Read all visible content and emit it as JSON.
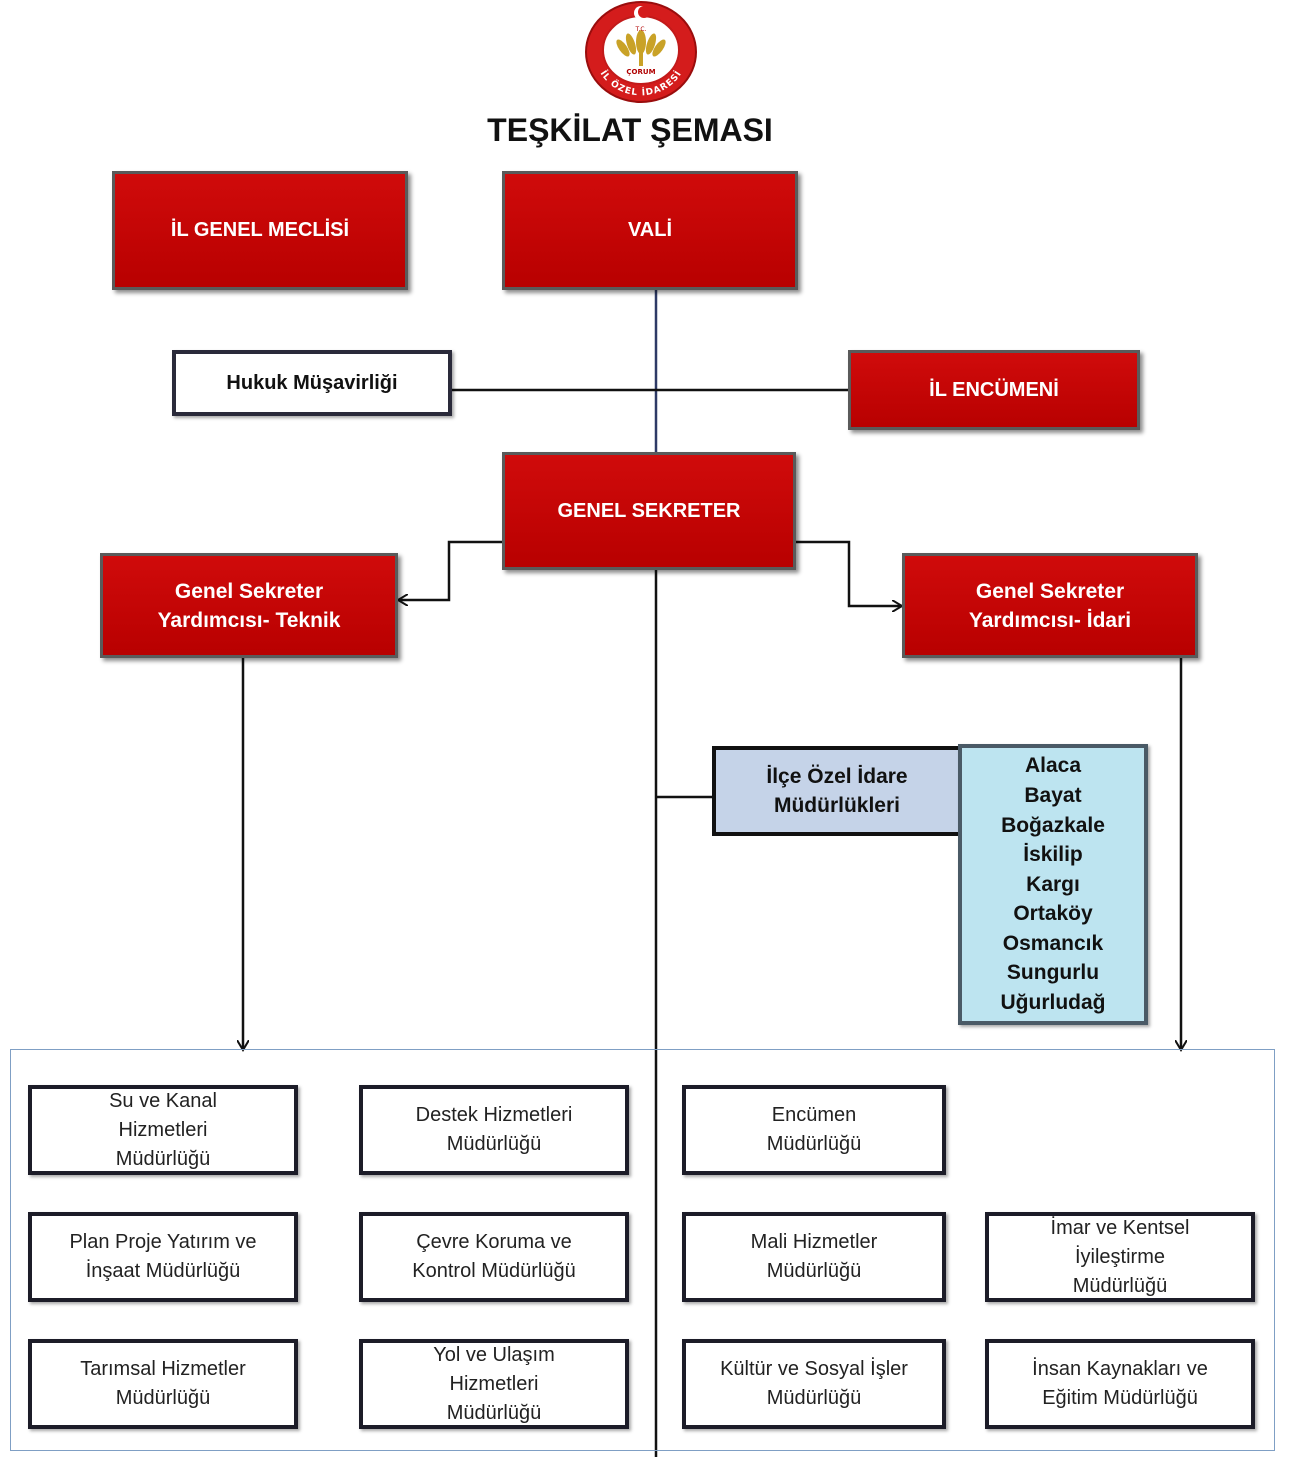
{
  "title": "TEŞKİLAT ŞEMASI",
  "emblem": {
    "icon": "il-ozel-idaresi-emblem",
    "top_text": "T.C.",
    "center_text": "ÇORUM",
    "ring_text": "İL ÖZEL İDARESİ",
    "colors": {
      "ring": "#d41c1c",
      "inner": "#ffffff",
      "wheat": "#c9a227"
    }
  },
  "top": {
    "il_genel_meclisi": "İL GENEL MECLİSİ",
    "vali": "VALİ",
    "hukuk_musavirligi": "Hukuk Müşavirliği",
    "il_encumeni": "İL ENCÜMENİ",
    "genel_sekreter": "GENEL SEKRETER",
    "yardimcisi_teknik": "Genel Sekreter\nYardımcısı- Teknik",
    "yardimcisi_idari": "Genel Sekreter\nYardımcısı- İdari"
  },
  "ilce": {
    "label": "İlçe Özel İdare\nMüdürlükleri",
    "districts": [
      "Alaca",
      "Bayat",
      "Boğazkale",
      "İskilip",
      "Kargı",
      "Ortaköy",
      "Osmancık",
      "Sungurlu",
      "Uğurludağ"
    ]
  },
  "departments": {
    "teknik": [
      "Su ve Kanal\nHizmetleri\nMüdürlüğü",
      "Destek Hizmetleri\nMüdürlüğü",
      "Plan Proje Yatırım ve\nİnşaat Müdürlüğü",
      "Çevre Koruma ve\nKontrol Müdürlüğü",
      "Tarımsal Hizmetler\nMüdürlüğü",
      "Yol ve Ulaşım\nHizmetleri\nMüdürlüğü"
    ],
    "idari": [
      "Encümen\nMüdürlüğü",
      "Mali Hizmetler\nMüdürlüğü",
      "İmar ve Kentsel\nİyileştirme\nMüdürlüğü",
      "Kültür ve Sosyal İşler\nMüdürlüğü",
      "İnsan Kaynakları ve\nEğitim Müdürlüğü"
    ]
  },
  "colors": {
    "red_box": "#c00000",
    "ilce_box": "#c5d3e8",
    "district_box": "#bde4f0",
    "frame": "#7f9fc4",
    "connector_top": "#2e3a66"
  }
}
